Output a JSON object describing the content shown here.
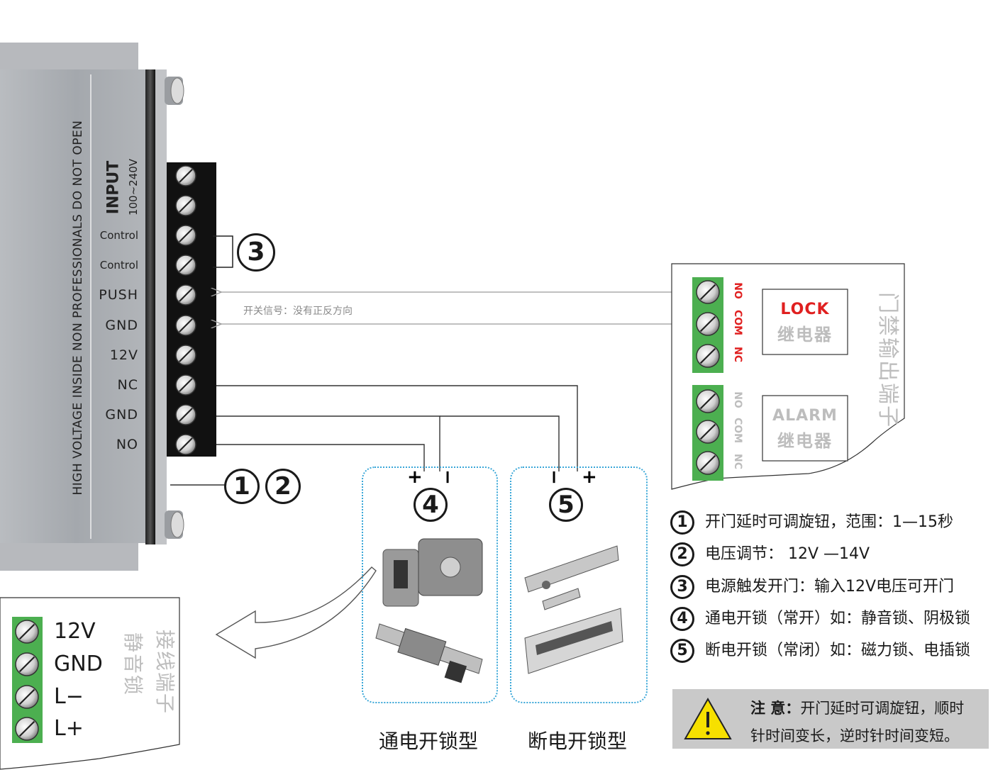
{
  "device": {
    "warning": "HIGH VOLTAGE INSIDE NON PROFESSIONALS DO NOT OPEN",
    "input_title": "INPUT",
    "input_range": "100~240V",
    "terminals": [
      "Control",
      "Control",
      "PUSH",
      "GND",
      "12V",
      "NC",
      "GND",
      "NO"
    ]
  },
  "signal_note": "开关信号：没有正反方向",
  "callouts": {
    "c1": "1",
    "c2": "2",
    "c3": "3",
    "c4": "4",
    "c5": "5"
  },
  "polarity": {
    "lock4_left": "+",
    "lock4_right": "−",
    "lock5_left": "−",
    "lock5_right": "+"
  },
  "access_panel": {
    "title": "门禁输出端子",
    "lock_relay": {
      "name": "LOCK",
      "sub": "继电器"
    },
    "alarm_relay": {
      "name": "ALARM",
      "sub": "继电器"
    },
    "lock_pins": [
      "NO",
      "COM",
      "NC"
    ],
    "alarm_pins": [
      "NO",
      "COM",
      "NC"
    ]
  },
  "legend": [
    {
      "num": "1",
      "text": "开门延时可调旋钮，范围：1—15秒"
    },
    {
      "num": "2",
      "text": "电压调节： 12V —14V"
    },
    {
      "num": "3",
      "text": "电源触发开门：输入12V电压可开门"
    },
    {
      "num": "4",
      "text": "通电开锁（常开）如：静音锁、阴极锁"
    },
    {
      "num": "5",
      "text": "断电开锁（常闭）如：磁力锁、电插锁"
    }
  ],
  "note": {
    "label": "注 意：",
    "line1": "开门延时可调旋钮，顺时",
    "line2": "针时间变长，逆时针时间变短。"
  },
  "silent_lock_panel": {
    "title_line1": "静音锁",
    "title_line2": "接线端子",
    "pins": [
      "12V",
      "GND",
      "L−",
      "L+"
    ]
  },
  "group_labels": {
    "power_on_unlock": "通电开锁型",
    "power_off_unlock": "断电开锁型"
  },
  "colors": {
    "terminal_green": "#4caf50",
    "lock_red": "#e02020",
    "dotted_blue": "#3aa7d8",
    "note_bg": "#c9c9c9",
    "warning_yellow": "#f6e000"
  }
}
